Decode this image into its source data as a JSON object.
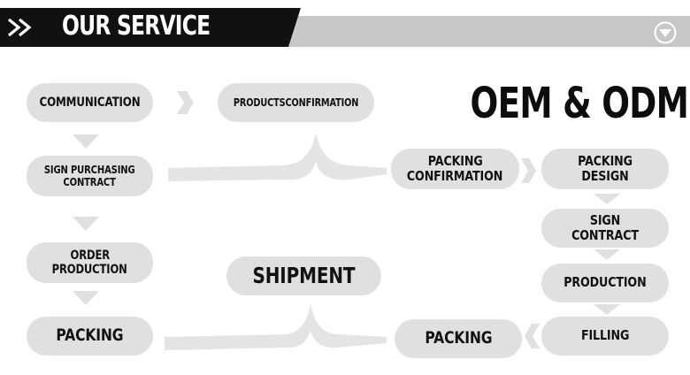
{
  "header": {
    "title": "OUR SERVICE",
    "bar_color": "#111111",
    "band_color": "#c9c9c9",
    "chevron_icon": "double-chevron-right-icon",
    "dropdown_icon": "circle-chevron-down-icon"
  },
  "heading": "OEM & ODM",
  "steps": {
    "communication": "COMMUNICATION",
    "products_confirmation": "PRODUCTSCONFIRMATION",
    "sign_purchasing_contract_1": "SIGN PURCHASING",
    "sign_purchasing_contract_2": "CONTRACT",
    "order_production_1": "ORDER",
    "order_production_2": "PRODUCTION",
    "packing_left": "PACKING",
    "shipment": "SHIPMENT",
    "packing_confirmation_1": "PACKING",
    "packing_confirmation_2": "CONFIRMATION",
    "packing_design": "PACKING DESIGN",
    "sign_contract": "SIGN CONTRACT",
    "production": "PRODUCTION",
    "filling": "FILLING",
    "packing_bottom": "PACKING"
  },
  "colors": {
    "pill": "#e0e0e0",
    "connector": "#e4e4e4",
    "text": "#121212"
  }
}
